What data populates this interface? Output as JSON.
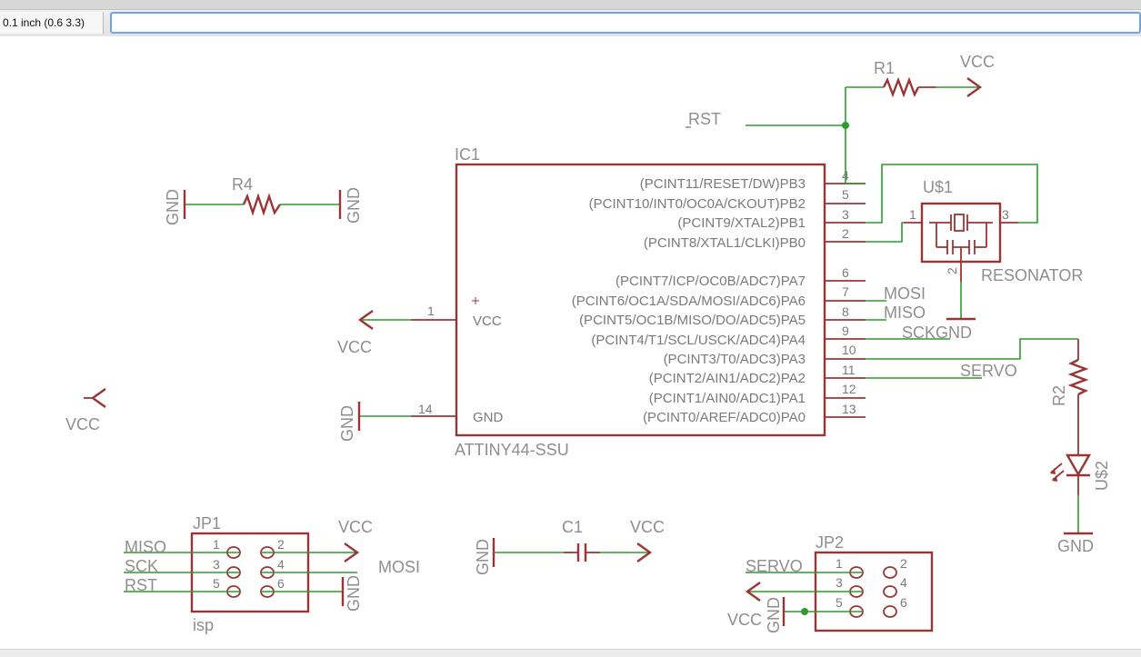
{
  "toolbar": {
    "coord_readout": "0.1 inch (0.6 3.3)",
    "command_value": ""
  },
  "schematic": {
    "ic1": {
      "name": "IC1",
      "value": "ATTINY44-SSU",
      "vcc_label": "VCC",
      "gnd_label": "GND",
      "vcc_pin": "1",
      "gnd_pin": "14",
      "pins": [
        {
          "num": "4",
          "name": "(PCINT11/RESET/DW)PB3"
        },
        {
          "num": "5",
          "name": "(PCINT10/INT0/OC0A/CKOUT)PB2"
        },
        {
          "num": "3",
          "name": "(PCINT9/XTAL2)PB1"
        },
        {
          "num": "2",
          "name": "(PCINT8/XTAL1/CLKI)PB0"
        },
        {
          "num": "6",
          "name": "(PCINT7/ICP/OC0B/ADC7)PA7"
        },
        {
          "num": "7",
          "name": "(PCINT6/OC1A/SDA/MOSI/ADC6)PA6"
        },
        {
          "num": "8",
          "name": "(PCINT5/OC1B/MISO/DO/ADC5)PA5"
        },
        {
          "num": "9",
          "name": "(PCINT4/T1/SCL/USCK/ADC4)PA4"
        },
        {
          "num": "10",
          "name": "(PCINT3/T0/ADC3)PA3"
        },
        {
          "num": "11",
          "name": "(PCINT2/AIN1/ADC2)PA2"
        },
        {
          "num": "12",
          "name": "(PCINT1/AIN0/ADC1)PA1"
        },
        {
          "num": "13",
          "name": "(PCINT0/AREF/ADC0)PA0"
        }
      ]
    },
    "net_labels": {
      "rst": "RST",
      "mosi": "MOSI",
      "miso": "MISO",
      "sck": "SCK",
      "sck_gnd": "SCKGND",
      "servo": "SERVO",
      "isp_miso": "MISO",
      "isp_sck": "SCK",
      "isp_rst": "RST",
      "isp_mosi": "MOSI",
      "jp2_servo": "SERVO"
    },
    "power": {
      "vcc": "VCC",
      "gnd": "GND"
    },
    "r1": {
      "name": "R1"
    },
    "r2": {
      "name": "R2"
    },
    "r4": {
      "name": "R4"
    },
    "c1": {
      "name": "C1"
    },
    "u1": {
      "name": "U$1",
      "value": "RESONATOR",
      "pins": [
        "1",
        "3",
        "2"
      ]
    },
    "u2": {
      "name": "U$2"
    },
    "jp1": {
      "name": "JP1",
      "value": "isp",
      "pins": [
        "1",
        "2",
        "3",
        "4",
        "5",
        "6"
      ]
    },
    "jp2": {
      "name": "JP2",
      "pins": [
        "1",
        "2",
        "3",
        "4",
        "5",
        "6"
      ]
    }
  }
}
